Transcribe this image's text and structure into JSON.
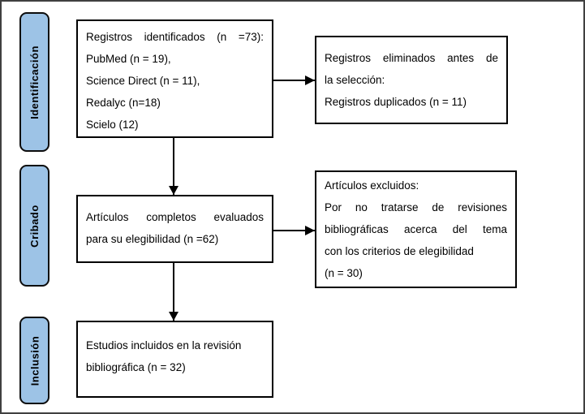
{
  "diagram": {
    "type": "prisma-flow",
    "language": "es",
    "colors": {
      "stage_fill": "#9dc3e6",
      "stage_border": "#0d0d0d",
      "box_border": "#000000",
      "outer_border": "#404040",
      "background": "#ffffff",
      "text": "#000000"
    },
    "stages": [
      {
        "id": "identificacion",
        "label": "Identificación"
      },
      {
        "id": "cribado",
        "label": "Cribado"
      },
      {
        "id": "inclusion",
        "label": "Inclusión"
      }
    ],
    "boxes": {
      "records_identified": {
        "lines": [
          "Registros identificados (n =73):",
          "PubMed (n = 19),",
          "Science Direct (n = 11),",
          "Redalyc (n=18)",
          "Scielo (12)"
        ]
      },
      "records_removed": {
        "lines": [
          "Registros eliminados antes de",
          "la selección:",
          "Registros duplicados (n = 11)"
        ]
      },
      "articles_assessed": {
        "lines": [
          "Artículos completos evaluados",
          "para su elegibilidad (n =62)"
        ]
      },
      "articles_excluded": {
        "lines": [
          "Artículos excluidos:",
          "Por no tratarse de revisiones",
          "bibliográficas acerca del tema",
          "con los criterios de elegibilidad",
          "(n = 30)"
        ]
      },
      "studies_included": {
        "lines": [
          "Estudios incluidos en la revisión",
          "bibliográfica (n = 32)"
        ]
      }
    }
  }
}
